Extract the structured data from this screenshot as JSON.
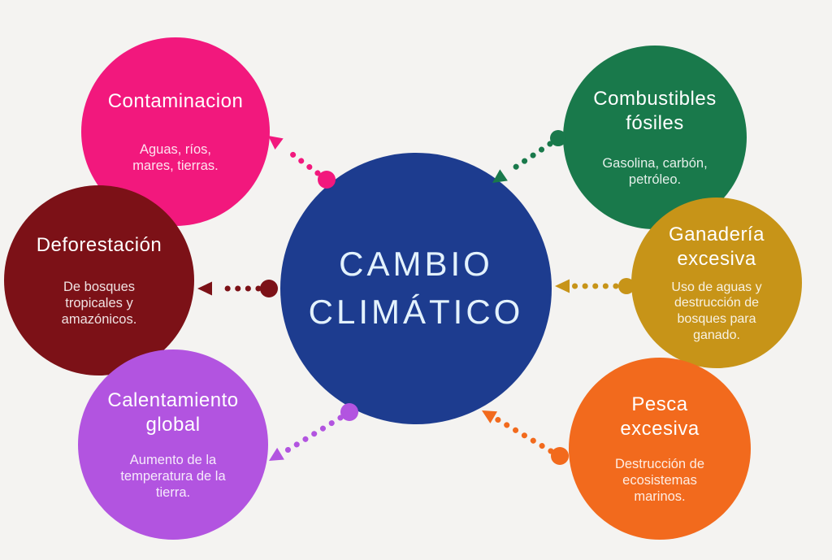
{
  "background_color": "#f4f3f1",
  "center": {
    "label": "CAMBIO CLIMÁTICO",
    "color": "#1d3c8f",
    "text_color": "#e3f2fd"
  },
  "nodes": [
    {
      "id": "contaminacion",
      "title": "Contaminacion",
      "description": "Aguas, ríos, mares, tierras.",
      "color": "#f2187d",
      "position": "top-left",
      "arrow_direction": "from-center-to-node"
    },
    {
      "id": "deforestacion",
      "title": "Deforestación",
      "description": "De bosques tropicales y amazónicos.",
      "color": "#7c1117",
      "position": "middle-left",
      "arrow_direction": "from-center-to-node"
    },
    {
      "id": "calentamiento-global",
      "title": "Calentamiento global",
      "description": "Aumento de la temperatura de la tierra.",
      "color": "#b254e0",
      "position": "bottom-left",
      "arrow_direction": "from-center-to-node"
    },
    {
      "id": "combustibles-fosiles",
      "title": "Combustibles fósiles",
      "description": "Gasolina, carbón, petróleo.",
      "color": "#19794b",
      "position": "top-right",
      "arrow_direction": "from-node-to-center"
    },
    {
      "id": "ganaderia-excesiva",
      "title": "Ganadería excesiva",
      "description": "Uso de aguas y destrucción de bosques para ganado.",
      "color": "#c79418",
      "position": "middle-right",
      "arrow_direction": "from-node-to-center"
    },
    {
      "id": "pesca-excesiva",
      "title": "Pesca excesiva",
      "description": "Destrucción de ecosistemas marinos.",
      "color": "#f26a1d",
      "position": "bottom-right",
      "arrow_direction": "from-node-to-center"
    }
  ]
}
